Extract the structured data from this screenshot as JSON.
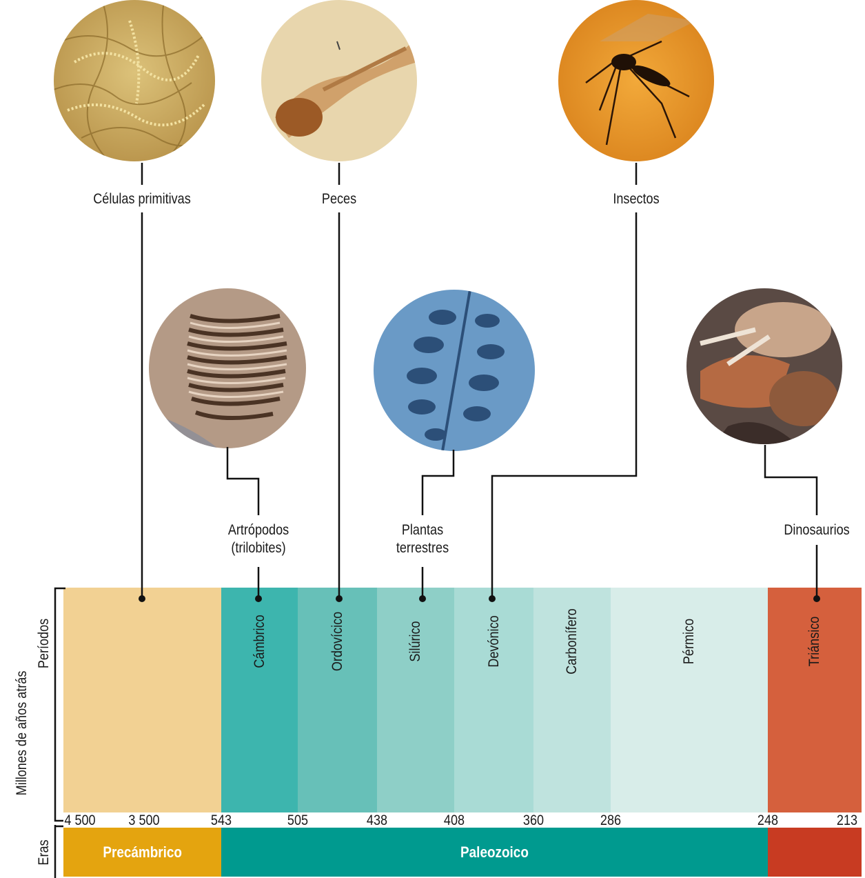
{
  "axis": {
    "title": "Millones de años atrás",
    "periods_label": "Períodos",
    "eras_label": "Eras"
  },
  "periods": [
    {
      "name": "",
      "color": "#f2d193"
    },
    {
      "name": "Cámbrico",
      "color": "#3db5ae"
    },
    {
      "name": "Ordovícico",
      "color": "#67c0b8"
    },
    {
      "name": "Silúrico",
      "color": "#8ecfc7"
    },
    {
      "name": "Devónico",
      "color": "#a9dbd5"
    },
    {
      "name": "Carbonífero",
      "color": "#bfe3de"
    },
    {
      "name": "Pérmico",
      "color": "#d8ede9"
    },
    {
      "name": "Triánsico",
      "color": "#d5603d"
    }
  ],
  "ticks": [
    "4 500",
    "3 500",
    "543",
    "505",
    "438",
    "408",
    "360",
    "286",
    "248",
    "213"
  ],
  "eras": [
    {
      "name": "Precámbrico",
      "color": "#e4a40f"
    },
    {
      "name": "Paleozoico",
      "color": "#009a8f"
    },
    {
      "name": "",
      "color": "#c83b22"
    }
  ],
  "milestones": [
    {
      "id": "celulas",
      "lines": [
        "Células primitivas"
      ],
      "image": "celulas-primitivas-fossil"
    },
    {
      "id": "peces",
      "lines": [
        "Peces"
      ],
      "image": "fish-fossil"
    },
    {
      "id": "insectos",
      "lines": [
        "Insectos"
      ],
      "image": "insect-in-amber"
    },
    {
      "id": "artropodos",
      "lines": [
        "Artrópodos",
        "(trilobites)"
      ],
      "image": "trilobite-fossil"
    },
    {
      "id": "plantas",
      "lines": [
        "Plantas",
        "terrestres"
      ],
      "image": "fern-fossil"
    },
    {
      "id": "dinosaurios",
      "lines": [
        "Dinosaurios"
      ],
      "image": "triceratops-model"
    }
  ]
}
